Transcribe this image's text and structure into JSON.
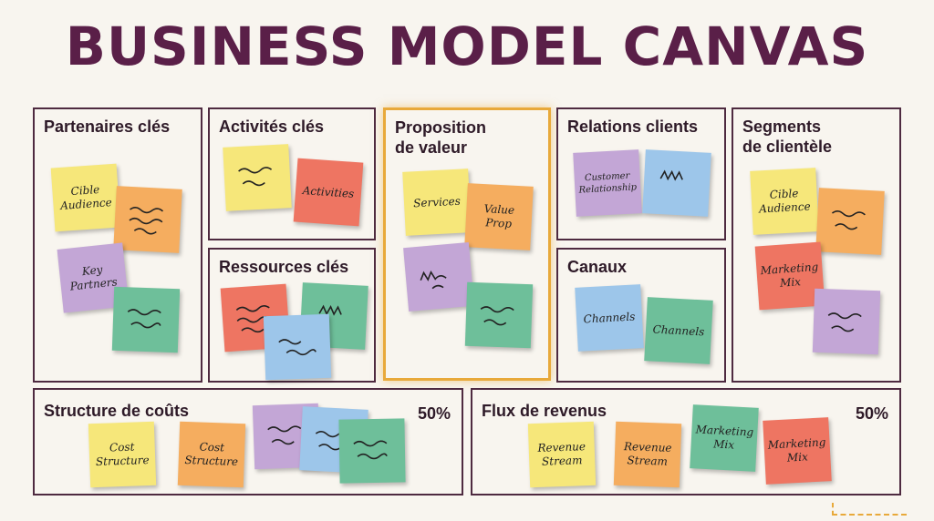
{
  "title": "BUSINESS MODEL CANVAS",
  "blocks": {
    "partenaires": {
      "label": "Partenaires clés",
      "notes": [
        {
          "text": "Cible\nAudience"
        },
        {
          "text": "Key\nPartners"
        }
      ]
    },
    "activites": {
      "label": "Activités clés",
      "notes": [
        {
          "text": "Activities"
        }
      ]
    },
    "ressources": {
      "label": "Ressources clés"
    },
    "proposition": {
      "label": "Proposition\nde valeur",
      "notes": [
        {
          "text": "Services"
        },
        {
          "text": "Value\nProp"
        }
      ]
    },
    "relations": {
      "label": "Relations clients",
      "notes": [
        {
          "text": "Customer\nRelationship"
        }
      ]
    },
    "canaux": {
      "label": "Canaux",
      "notes": [
        {
          "text": "Channels"
        },
        {
          "text": "Channels"
        }
      ]
    },
    "segments": {
      "label": "Segments\nde clientèle",
      "notes": [
        {
          "text": "Cible\nAudience"
        },
        {
          "text": "Marketing\nMix"
        }
      ]
    },
    "couts": {
      "label": "Structure de coûts",
      "percent": "50%",
      "notes": [
        {
          "text": "Cost\nStructure"
        },
        {
          "text": "Cost\nStructure"
        }
      ]
    },
    "revenus": {
      "label": "Flux de revenus",
      "percent": "50%",
      "notes": [
        {
          "text": "Revenue\nStream"
        },
        {
          "text": "Revenue\nStream"
        },
        {
          "text": "Marketing\nMix"
        },
        {
          "text": "Marketing\nMix"
        }
      ]
    }
  },
  "colors": {
    "yellow": "#f6e77a",
    "orange": "#f5ad5f",
    "purple": "#c3a6d6",
    "green": "#6ebf9a",
    "blue": "#9dc6ea",
    "red": "#ee7562",
    "border": "#4e2a40",
    "highlight": "#e8a93a",
    "title": "#5a1f48"
  }
}
